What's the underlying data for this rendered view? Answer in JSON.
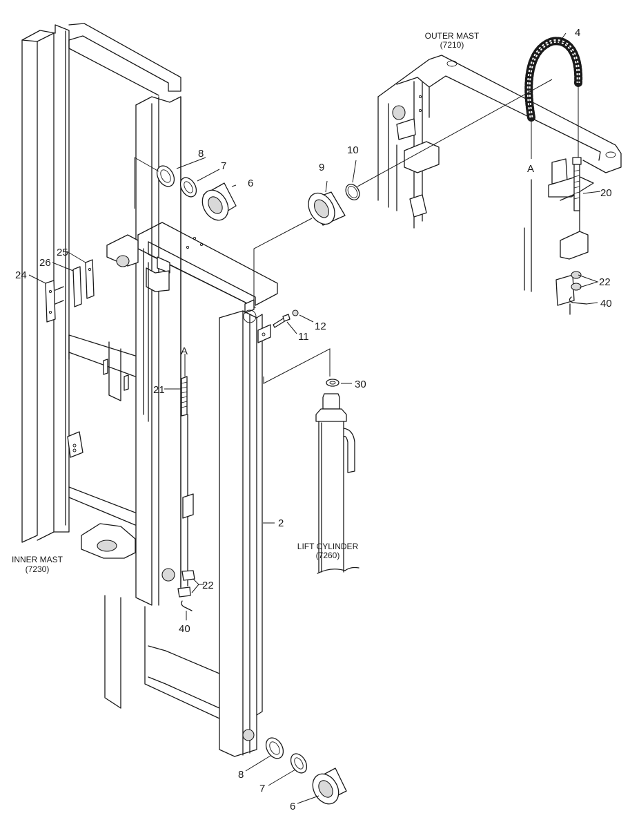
{
  "labels": {
    "outer_mast_name": "OUTER MAST",
    "outer_mast_code": "(7210)",
    "inner_mast_name": "INNER MAST",
    "inner_mast_code": "(7230)",
    "lift_cylinder_name": "LIFT CYLINDER",
    "lift_cylinder_code": "(7260)"
  },
  "callouts": {
    "c2": "2",
    "c4": "4",
    "c6_top": "6",
    "c6_bottom": "6",
    "c7_top": "7",
    "c7_bottom": "7",
    "c8_top": "8",
    "c8_bottom": "8",
    "c9": "9",
    "c10": "10",
    "c11": "11",
    "c12": "12",
    "c20": "20",
    "c21": "21",
    "c22_right": "22",
    "c22_left": "22",
    "c24": "24",
    "c25": "25",
    "c26": "26",
    "c30": "30",
    "c40_right": "40",
    "c40_left": "40",
    "ref_a_top": "A",
    "ref_a_left": "A"
  },
  "icons": {
    "chain": "chain-icon",
    "bearing": "bearing-icon",
    "washer": "washer-icon",
    "bolt": "bolt-icon"
  }
}
